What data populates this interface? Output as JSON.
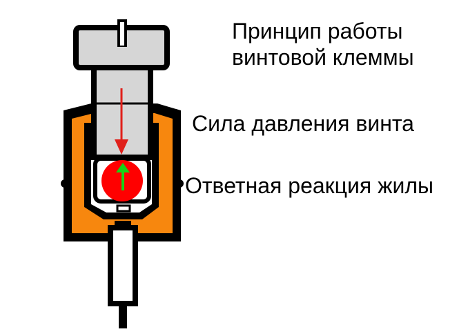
{
  "title": {
    "line1": "Принцип работы",
    "line2": "винтовой клеммы"
  },
  "labels": {
    "screw_force": "Сила давления винта",
    "wire_reaction": "Ответная реакция жилы"
  },
  "colors": {
    "body": "#f7870e",
    "screw": "#d6d6d6",
    "outline": "#000000",
    "wire": "#ff0000",
    "force_arrow": "#e0201b",
    "reaction_arrow": "#16d416"
  }
}
